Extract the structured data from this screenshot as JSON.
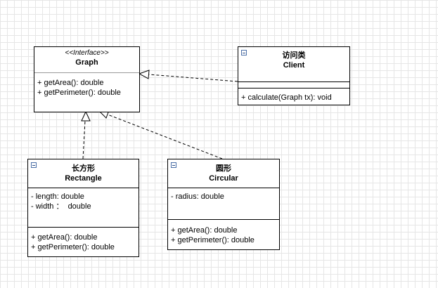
{
  "graph": {
    "stereotype": "<<Interface>>",
    "name": "Graph",
    "methods": [
      "+ getArea(): double",
      "+ getPerimeter(): double"
    ]
  },
  "client": {
    "title_cn": "访问类",
    "name": "Client",
    "methods": [
      "+ calculate(Graph tx): void"
    ]
  },
  "rectangle": {
    "title_cn": "长方形",
    "name": "Rectangle",
    "attributes": [
      "- length: double",
      "- width ：  double"
    ],
    "methods": [
      "+ getArea(): double",
      "+ getPerimeter(): double"
    ]
  },
  "circular": {
    "title_cn": "圆形",
    "name": "Circular",
    "attributes": [
      "- radius: double"
    ],
    "methods": [
      "+ getArea(): double",
      "+ getPerimeter(): double"
    ]
  }
}
